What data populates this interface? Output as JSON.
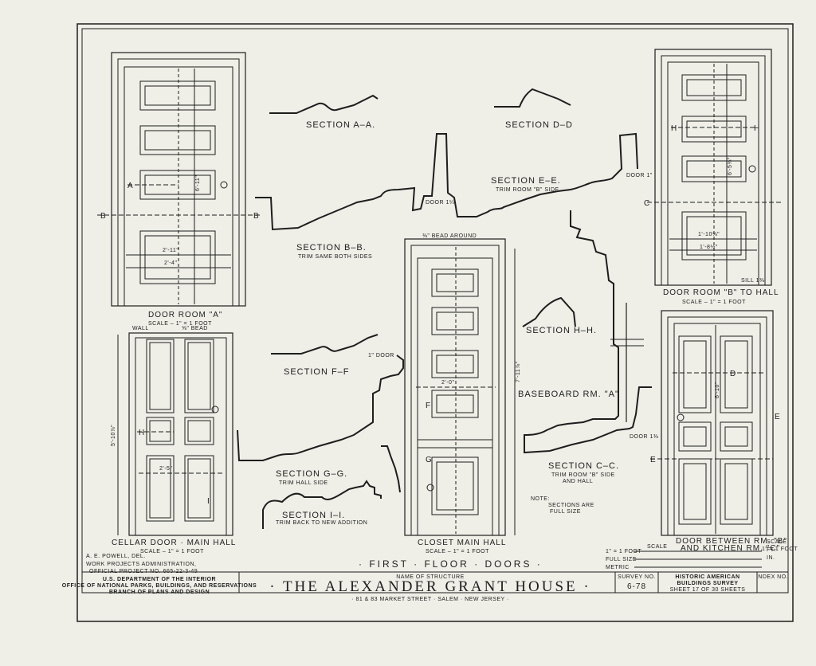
{
  "sections": {
    "aa": "SECTION A–A.",
    "dd": "SECTION D–D",
    "ee": "SECTION E–E.",
    "ee_note": "TRIM ROOM \"B\" SIDE",
    "bb": "SECTION B–B.",
    "bb_note": "TRIM SAME BOTH SIDES",
    "hh": "SECTION H–H.",
    "ff": "SECTION F–F",
    "gg": "SECTION G–G.",
    "gg_note": "TRIM HALL SIDE",
    "ii": "SECTION I–I.",
    "ii_note": "TRIM BACK TO NEW ADDITION",
    "cc": "SECTION C–C.",
    "cc_note1": "TRIM ROOM \"B\" SIDE",
    "cc_note2": "AND HALL",
    "note1": "NOTE:",
    "note2": "SECTIONS ARE",
    "note3": "FULL SIZE",
    "baseboard": "BASEBOARD RM. \"A\"",
    "bead_around": "⅜\" BEAD AROUND",
    "door_1_4": "DOOR 1¼",
    "door_1": "DOOR 1\"",
    "door_1b": "1\" DOOR",
    "door_14": "DOOR 1⅜",
    "sill": "SILL 1⅜",
    "wall": "WALL",
    "bead": "⅝\" BEAD"
  },
  "doors": {
    "room_a": "DOOR ROOM \"A\"",
    "room_a_scale": "SCALE – 1\" = 1 FOOT",
    "room_b": "DOOR ROOM \"B\" TO HALL",
    "room_b_scale": "SCALE – 1\" = 1 FOOT",
    "cellar": "CELLAR DOOR · MAIN HALL",
    "cellar_scale": "SCALE – 1\" = 1 FOOT",
    "closet": "CLOSET MAIN HALL",
    "closet_scale": "SCALE – 1\" = 1 FOOT",
    "between1": "DOOR BETWEEN RM. \"B\"",
    "between2": "AND KITCHEN RM. \"C\"",
    "between_scale1": "SCALE",
    "between_scale2": "1\" = 1 FOOT"
  },
  "dims": {
    "a_w1": "2'-11\"",
    "a_w2": "2'-4\"",
    "a_h": "6'-11\"",
    "b_w1": "1'-10⅜\"",
    "b_w2": "1'-8½\"",
    "b_h": "6'-5⅜\"",
    "cellar_h": "5'-10⅞\"",
    "cellar_w": "2'-5\"",
    "closet_h": "7'-11⅞\"",
    "closet_w": "2'-0\"",
    "between_h": "6'-10\""
  },
  "markers": {
    "A": "A",
    "B": "B",
    "C": "C",
    "D": "D",
    "E": "E",
    "F": "F",
    "G": "G",
    "H": "H",
    "I": "I"
  },
  "footer": {
    "drawn": "A. E. POWELL, DEL.",
    "wpa1": "WORK PROJECTS ADMINISTRATION,",
    "wpa2": "OFFICIAL PROJECT NO. 665-22-3-49",
    "sheet_title": "· FIRST · FLOOR · DOORS ·",
    "dept1": "U.S. DEPARTMENT OF THE INTERIOR",
    "dept2": "OFFICE OF NATIONAL PARKS, BUILDINGS, AND RESERVATIONS",
    "dept3": "BRANCH OF PLANS AND DESIGN",
    "name_label": "NAME OF STRUCTURE",
    "name": "· THE ALEXANDER GRANT HOUSE ·",
    "address": "· 81 & 83 MARKET STREET · SALEM · NEW JERSEY ·",
    "survey_label": "SURVEY NO.",
    "survey_no": "6-78",
    "habs1": "HISTORIC AMERICAN",
    "habs2": "BUILDINGS SURVEY",
    "sheet_no": "SHEET 17 OF 30 SHEETS",
    "index_label": "INDEX NO.",
    "scale_label": "SCALE",
    "scale_row1": "1\" = 1 FOOT",
    "scale_row2": "FULL SIZE",
    "scale_row3": "METRIC",
    "scale_unit1": "FT.",
    "scale_unit2": "IN."
  }
}
